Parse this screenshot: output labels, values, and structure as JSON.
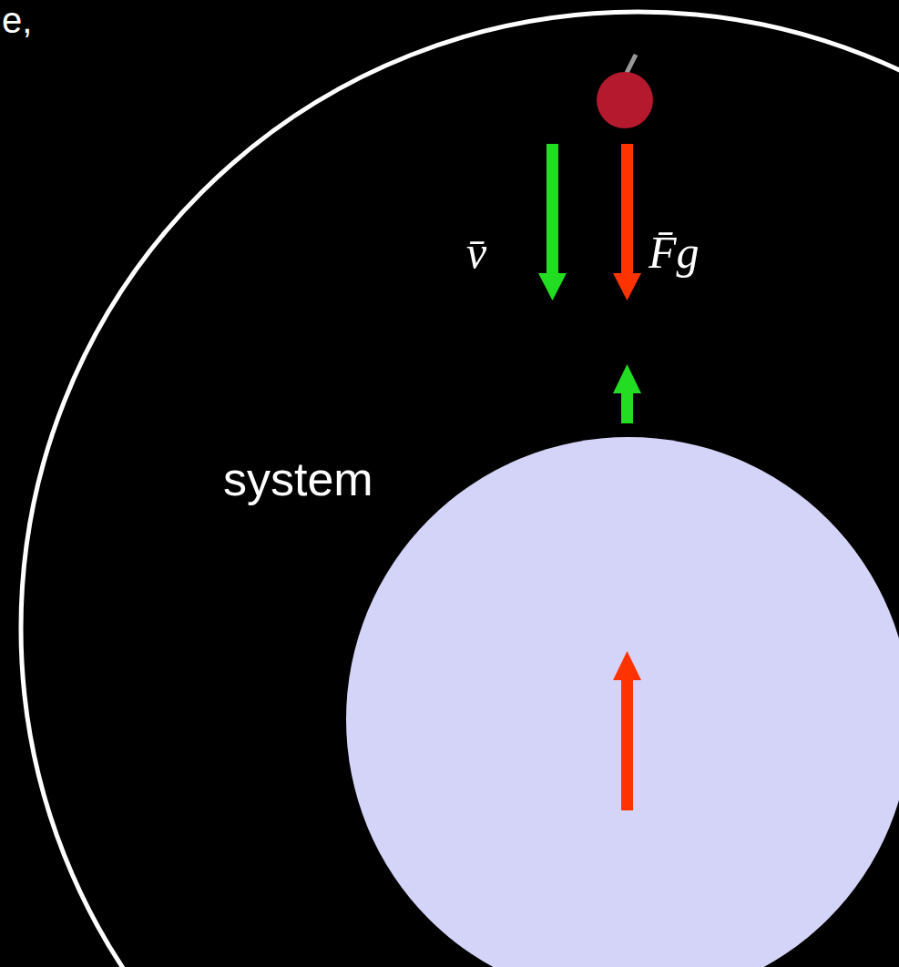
{
  "diagram": {
    "nodes": [
      {
        "text": [
          "system"
        ]
      }
    ],
    "labels": [
      "e,",
      "v̄",
      "F̄g"
    ]
  }
}
